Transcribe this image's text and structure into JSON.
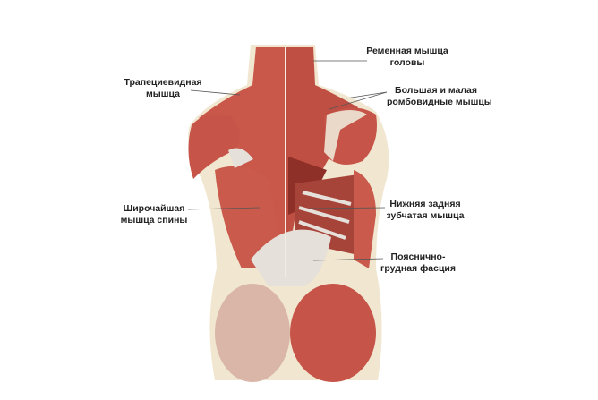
{
  "labels": {
    "splenius": {
      "line1": "Ременная мышца",
      "line2": "головы"
    },
    "trapezius": {
      "line1": "Трапециевидная",
      "line2": "мышца"
    },
    "rhomboids": {
      "line1": "Большая и малая",
      "line2": "ромбовидные мышцы"
    },
    "latissimus": {
      "line1": "Широчайшая",
      "line2": "мышца спины"
    },
    "serratus": {
      "line1": "Нижняя задняя",
      "line2": "зубчатая мышца"
    },
    "fascia": {
      "line1": "Пояснично-",
      "line2": "грудная фасция"
    }
  },
  "colors": {
    "muscle": "#c9574a",
    "muscle_dark": "#8e2f28",
    "tendon": "#e6e0da",
    "skin": "#f1e6cf"
  }
}
